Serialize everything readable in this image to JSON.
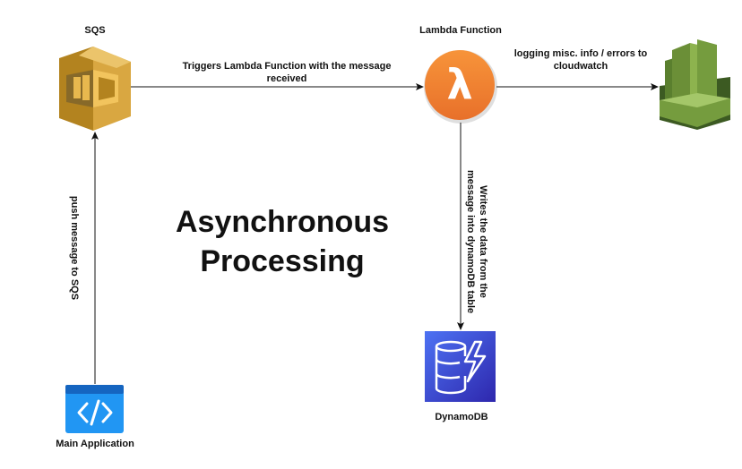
{
  "diagram": {
    "title_line1": "Asynchronous",
    "title_line2": "Processing",
    "nodes": {
      "sqs": {
        "label": "SQS",
        "icon": "sqs-icon"
      },
      "lambda": {
        "label": "Lambda Function",
        "icon": "lambda-icon"
      },
      "cloudwatch": {
        "label": "",
        "icon": "cloudwatch-icon"
      },
      "dynamodb": {
        "label": "DynamoDB",
        "icon": "dynamodb-icon"
      },
      "main_app": {
        "label": "Main Application",
        "icon": "code-window-icon"
      }
    },
    "edges": {
      "sqs_to_lambda_line1": "Triggers Lambda Function with the message",
      "sqs_to_lambda_line2": "received",
      "lambda_to_cw_line1": "logging misc. info / errors to",
      "lambda_to_cw_line2": "cloudwatch",
      "lambda_to_dynamo_line1": "Writes the data from the",
      "lambda_to_dynamo_line2": "message into dynamoDB table",
      "app_to_sqs": "push message to SQS"
    },
    "colors": {
      "sqs": "#D9A741",
      "lambda": "#F58534",
      "cloudwatch": "#759C3E",
      "dynamodb": "#3B48CC",
      "main_app": "#1E88E5"
    }
  }
}
